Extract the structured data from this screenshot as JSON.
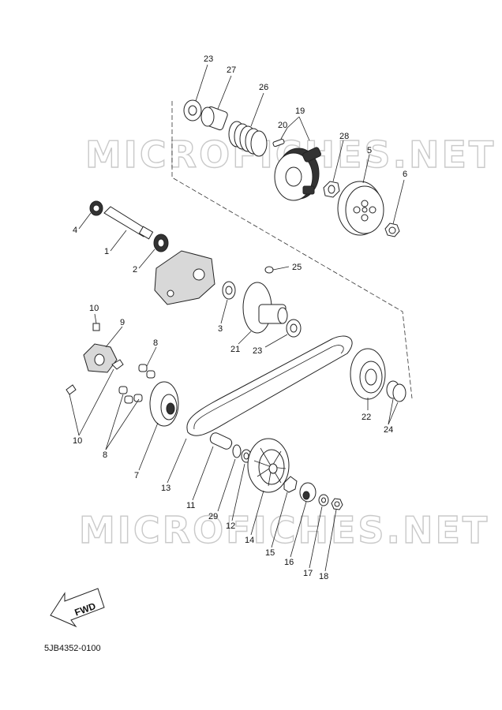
{
  "watermark": "MICROFICHES.NET",
  "diagram_code": "5JB4352-0100",
  "fwd_label": "FWD",
  "labels": {
    "l1": "1",
    "l2": "2",
    "l3": "3",
    "l4": "4",
    "l5": "5",
    "l6": "6",
    "l7": "7",
    "l8a": "8",
    "l8b": "8",
    "l9": "9",
    "l10a": "10",
    "l10b": "10",
    "l11": "11",
    "l12": "12",
    "l13": "13",
    "l14": "14",
    "l15": "15",
    "l16": "16",
    "l17": "17",
    "l18": "18",
    "l19": "19",
    "l20": "20",
    "l21": "21",
    "l22": "22",
    "l23a": "23",
    "l23b": "23",
    "l24": "24",
    "l25": "25",
    "l26": "26",
    "l27": "27",
    "l28": "28",
    "l29": "29"
  }
}
